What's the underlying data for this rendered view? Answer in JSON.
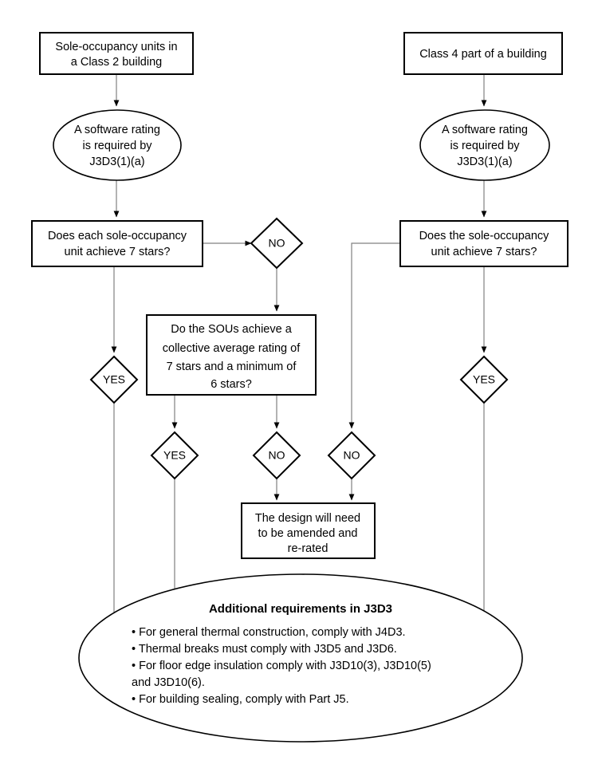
{
  "diagram": {
    "title": "Energy efficiency verification pathway flowchart",
    "background_color": "#ffffff",
    "shape_stroke_color": "#000000",
    "connector_color": "#808080",
    "nodes": {
      "start_left": {
        "shape": "rectangle",
        "line1": "Sole-occupancy units in",
        "line2": "a Class 2 building"
      },
      "start_right": {
        "shape": "rectangle",
        "line1": "Class 4 part of a building"
      },
      "rating_left": {
        "shape": "ellipse",
        "line1": "A software rating",
        "line2": "is required by",
        "line3": "J3D3(1)(a)"
      },
      "rating_right": {
        "shape": "ellipse",
        "line1": "A software rating",
        "line2": "is required by",
        "line3": "J3D3(1)(a)"
      },
      "question_left": {
        "shape": "rectangle",
        "line1": "Does each sole-occupancy",
        "line2": "unit achieve 7 stars?"
      },
      "question_right": {
        "shape": "rectangle",
        "line1": "Does the sole-occupancy",
        "line2": "unit achieve 7 stars?"
      },
      "question_average": {
        "shape": "rectangle",
        "line1": "Do the SOUs achieve a",
        "line2": "collective average rating of",
        "line3": "7 stars and a minimum of",
        "line4": "6 stars?"
      },
      "amend": {
        "shape": "rectangle",
        "line1": "The design will need",
        "line2": "to be amended and",
        "line3": "re-rated"
      },
      "summary": {
        "shape": "ellipse",
        "heading": "Additional requirements in J3D3",
        "bullets": [
          "• For general thermal construction, comply with J4D3.",
          "• Thermal breaks must comply with J3D5 and J3D6.",
          "• For floor edge insulation comply with J3D10(3), J3D10(5)",
          "and J3D10(6).",
          "• For building sealing, comply with Part J5."
        ]
      }
    },
    "decisions": {
      "no_left_branch": {
        "shape": "diamond",
        "label": "NO"
      },
      "yes_left_outer": {
        "shape": "diamond",
        "label": "YES"
      },
      "yes_average": {
        "shape": "diamond",
        "label": "YES"
      },
      "no_average": {
        "shape": "diamond",
        "label": "NO"
      },
      "no_right_branch": {
        "shape": "diamond",
        "label": "NO"
      },
      "yes_right": {
        "shape": "diamond",
        "label": "YES"
      }
    }
  }
}
